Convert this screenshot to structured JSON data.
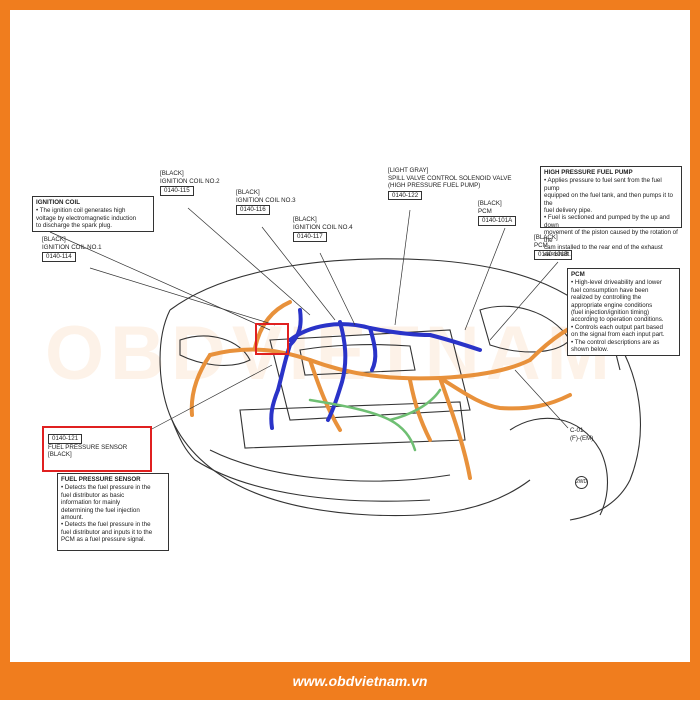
{
  "watermark": "OBDVIETNAM",
  "footer": {
    "site": "www.obdvietnam.vn"
  },
  "colors": {
    "frame": "#f07d1e",
    "harness_orange": "#e8913b",
    "harness_blue": "#2a33c8",
    "harness_green": "#6fbf73",
    "highlight": "#e02020"
  },
  "callouts": {
    "ignition_coil_no2": {
      "color": "[BLACK]",
      "name": "IGNITION COIL NO.2",
      "code": "0140-115"
    },
    "ignition_coil_no3": {
      "color": "[BLACK]",
      "name": "IGNITION COIL NO.3",
      "code": "0140-116"
    },
    "ignition_coil_no4": {
      "color": "[BLACK]",
      "name": "IGNITION COIL NO.4",
      "code": "0140-117"
    },
    "ignition_coil_no1": {
      "color": "[BLACK]",
      "name": "IGNITION COIL NO.1",
      "code": "0140-114"
    },
    "spill_valve": {
      "color": "[LIGHT GRAY]",
      "name": "SPILL VALVE CONTROL SOLENOID VALVE",
      "name2": "(HIGH PRESSURE FUEL PUMP)",
      "code": "0140-122"
    },
    "pcm_a": {
      "color": "[BLACK]",
      "name": "PCM",
      "code": "0140-101A"
    },
    "pcm_b": {
      "color": "[BLACK]",
      "name": "PCM",
      "code": "0140-101B"
    },
    "fuel_pressure_sensor": {
      "code": "0140-121",
      "name": "FUEL PRESSURE SENSOR",
      "color": "[BLACK]"
    },
    "connector": {
      "code": "C-01",
      "sub": "(F)-(EM)"
    },
    "circle_tag": "2WD"
  },
  "info_boxes": {
    "ignition_coil": {
      "title": "IGNITION COIL",
      "lines": [
        "• The ignition coil generates high",
        "voltage by electromagnetic induction",
        "to discharge the spark plug."
      ]
    },
    "high_pressure_pump": {
      "title": "HIGH PRESSURE FUEL PUMP",
      "lines": [
        "• Applies pressure to fuel sent from the fuel pump",
        "equipped on the fuel tank, and then pumps it to the",
        "fuel delivery pipe.",
        "• Fuel is sectioned and pumped by the up and down",
        "movement of the piston caused by the rotation of the",
        "cam installed to the rear end of the exhaust camshaft."
      ]
    },
    "pcm": {
      "title": "PCM",
      "lines": [
        "• High-level driveability and lower",
        "fuel consumption have been",
        "realized by controlling the",
        "appropriate engine conditions",
        "(fuel injection/ignition timing)",
        "according to operation conditions.",
        "• Controls each output part based",
        "on the signal from each input part.",
        "• The control descriptions are as",
        "shown below."
      ]
    },
    "fuel_pressure_sensor": {
      "title": "FUEL PRESSURE SENSOR",
      "lines": [
        "• Detects the fuel pressure in the",
        "fuel distributor as basic",
        "information for mainly",
        "determining the fuel injection",
        "amount.",
        "• Detects the fuel pressure in the",
        "fuel distributor and inputs it to the",
        "PCM as a fuel pressure signal."
      ]
    }
  }
}
